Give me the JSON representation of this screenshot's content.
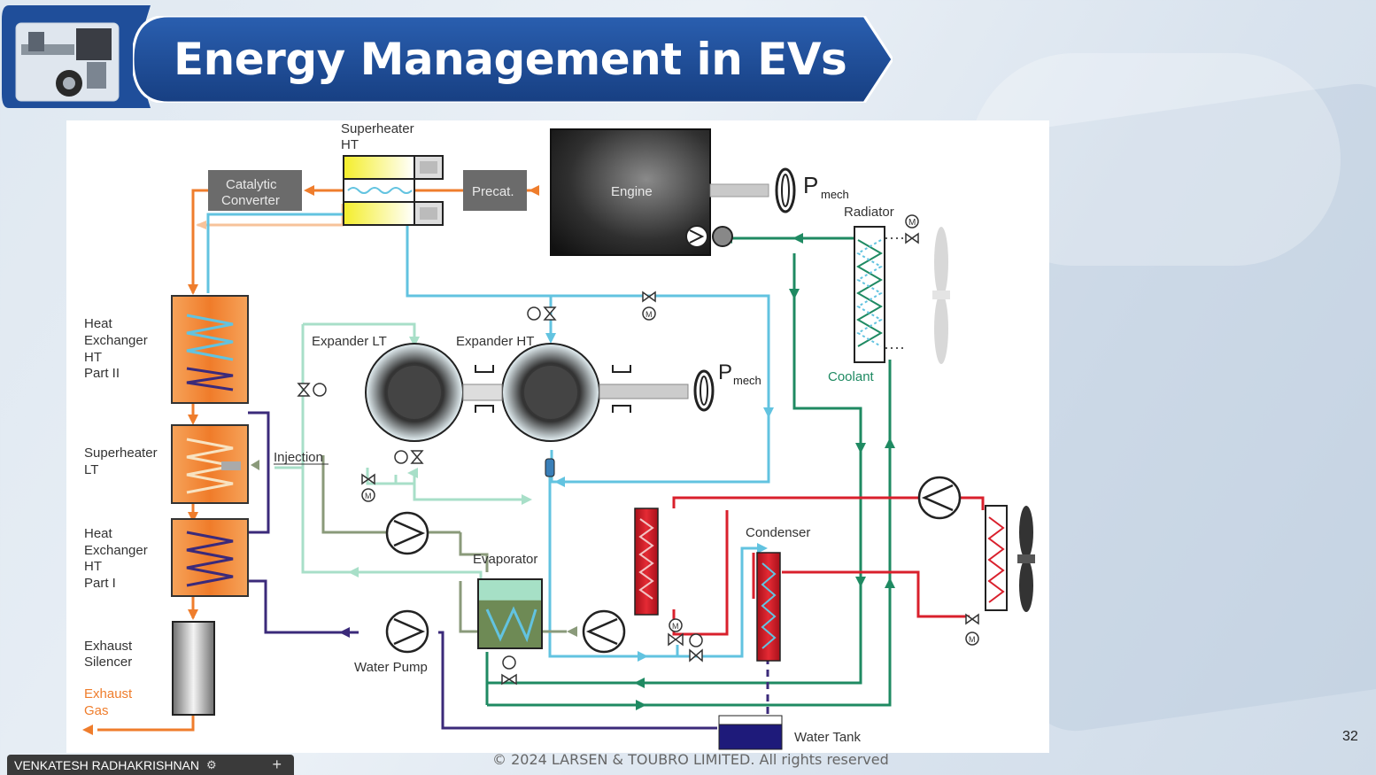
{
  "slide": {
    "title": "Energy Management in EVs",
    "slide_number": "32",
    "copyright": "© 2024 LARSEN & TOUBRO LIMITED. All rights reserved"
  },
  "presenter": {
    "name": "VENKATESH RADHAKRISHNAN",
    "icon": "user-settings-icon",
    "add_icon": "plus-icon"
  },
  "colors": {
    "banner": "#1f4e9a",
    "exhaust": "#ef7d2c",
    "coolant": "#1f8a62",
    "fluid": "#62c3e0",
    "fluid_light": "#a8dfc8",
    "refrigerant": "#d9202c",
    "working": "#3b2a7a"
  },
  "diagram": {
    "components": {
      "superheater_ht_1": "Superheater",
      "superheater_ht_2": "HT",
      "catalytic_1": "Catalytic",
      "catalytic_2": "Converter",
      "precat": "Precat.",
      "engine": "Engine",
      "p_mech_top": "P",
      "p_mech_top_sub": "mech",
      "radiator": "Radiator",
      "coolant": "Coolant",
      "hx_ht2_1": "Heat",
      "hx_ht2_2": "Exchanger",
      "hx_ht2_3": "HT",
      "hx_ht2_4": "Part II",
      "expander_lt": "Expander LT",
      "expander_ht": "Expander HT",
      "p_mech_mid": "P",
      "p_mech_mid_sub": "mech",
      "superheater_lt_1": "Superheater",
      "superheater_lt_2": "LT",
      "injection": "Injection",
      "hx_ht1_1": "Heat",
      "hx_ht1_2": "Exchanger",
      "hx_ht1_3": "HT",
      "hx_ht1_4": "Part I",
      "evaporator": "Evaporator",
      "condenser": "Condenser",
      "exhaust_silencer_1": "Exhaust",
      "exhaust_silencer_2": "Silencer",
      "exhaust_gas_1": "Exhaust",
      "exhaust_gas_2": "Gas",
      "water_pump": "Water Pump",
      "water_tank": "Water Tank",
      "motor_symbol": "M"
    }
  }
}
